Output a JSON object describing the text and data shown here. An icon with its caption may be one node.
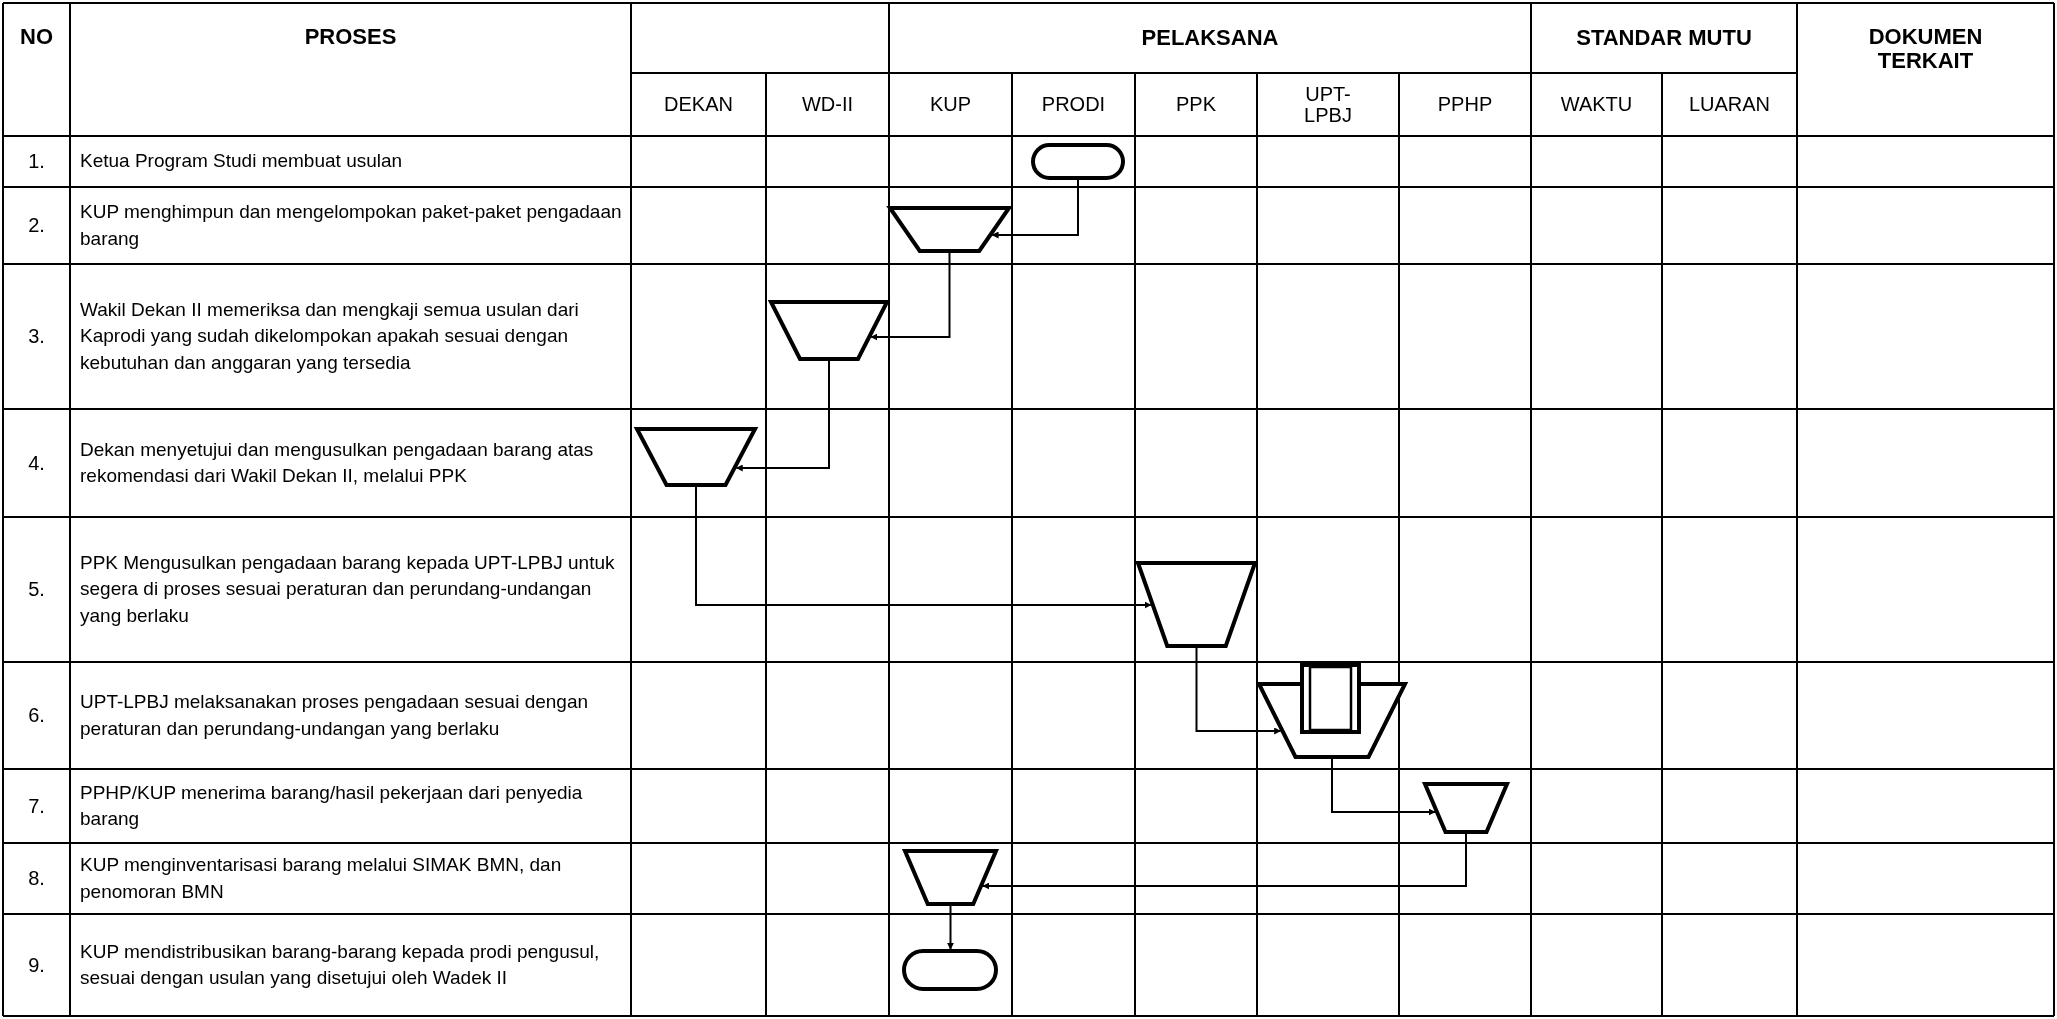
{
  "diagram": {
    "nodes": [
      {
        "text": [],
        "shape": "pill"
      },
      {
        "text": [],
        "shape": "trapezoid"
      },
      {
        "text": [],
        "shape": "trapezoid"
      },
      {
        "text": [],
        "shape": "trapezoid"
      },
      {
        "text": [],
        "shape": "trapezoid"
      },
      {
        "text": [],
        "shape": "trapezoid"
      },
      {
        "text": [],
        "shape": "trapezoid"
      },
      {
        "text": [],
        "shape": "trapezoid"
      },
      {
        "text": [],
        "shape": "pill"
      }
    ],
    "edges": [
      {
        "from": 0,
        "to": 1,
        "arrow": "to"
      },
      {
        "from": 1,
        "to": 2,
        "arrow": "to"
      },
      {
        "from": 2,
        "to": 3,
        "arrow": "to"
      },
      {
        "from": 3,
        "to": 4,
        "arrow": "to"
      },
      {
        "from": 4,
        "to": 5,
        "arrow": "to"
      },
      {
        "from": 5,
        "to": 6,
        "arrow": "to"
      },
      {
        "from": 6,
        "to": 7,
        "arrow": "to"
      },
      {
        "from": 7,
        "to": 8,
        "arrow": "to"
      }
    ],
    "labels": [
      "NO",
      "PROSES",
      "PELAKSANA",
      "STANDAR MUTU",
      "DOKUMEN TERKAIT",
      "DEKAN",
      "WD-II",
      "KUP",
      "PRODI",
      "PPK",
      "UPT-LPBJ",
      "PPHP",
      "WAKTU",
      "LUARAN",
      "1.",
      "Ketua Program Studi membuat usulan",
      "2.",
      "KUP menghimpun dan mengelompokan paket-paket pengadaan barang",
      "3.",
      "Wakil Dekan II memeriksa dan mengkaji semua usulan dari Kaprodi yang sudah dikelompokan apakah sesuai dengan kebutuhan dan anggaran yang tersedia",
      "4.",
      "Dekan menyetujui dan mengusulkan pengadaan barang atas rekomendasi dari Wakil Dekan II, melalui PPK",
      "5.",
      "PPK Mengusulkan pengadaan barang kepada UPT-LPBJ untuk segera di proses sesuai peraturan dan perundang-undangan yang berlaku",
      "6.",
      "UPT-LPBJ melaksanakan proses pengadaan sesuai dengan peraturan dan perundang-undangan yang berlaku",
      "7.",
      "PPHP/KUP menerima barang/hasil pekerjaan dari penyedia barang",
      "8.",
      "KUP menginventarisasi barang melalui SIMAK BMN, dan penomoran BMN",
      "9.",
      "KUP mendistribusikan barang-barang kepada prodi pengusul, sesuai dengan usulan yang disetujui oleh Wadek II"
    ]
  }
}
